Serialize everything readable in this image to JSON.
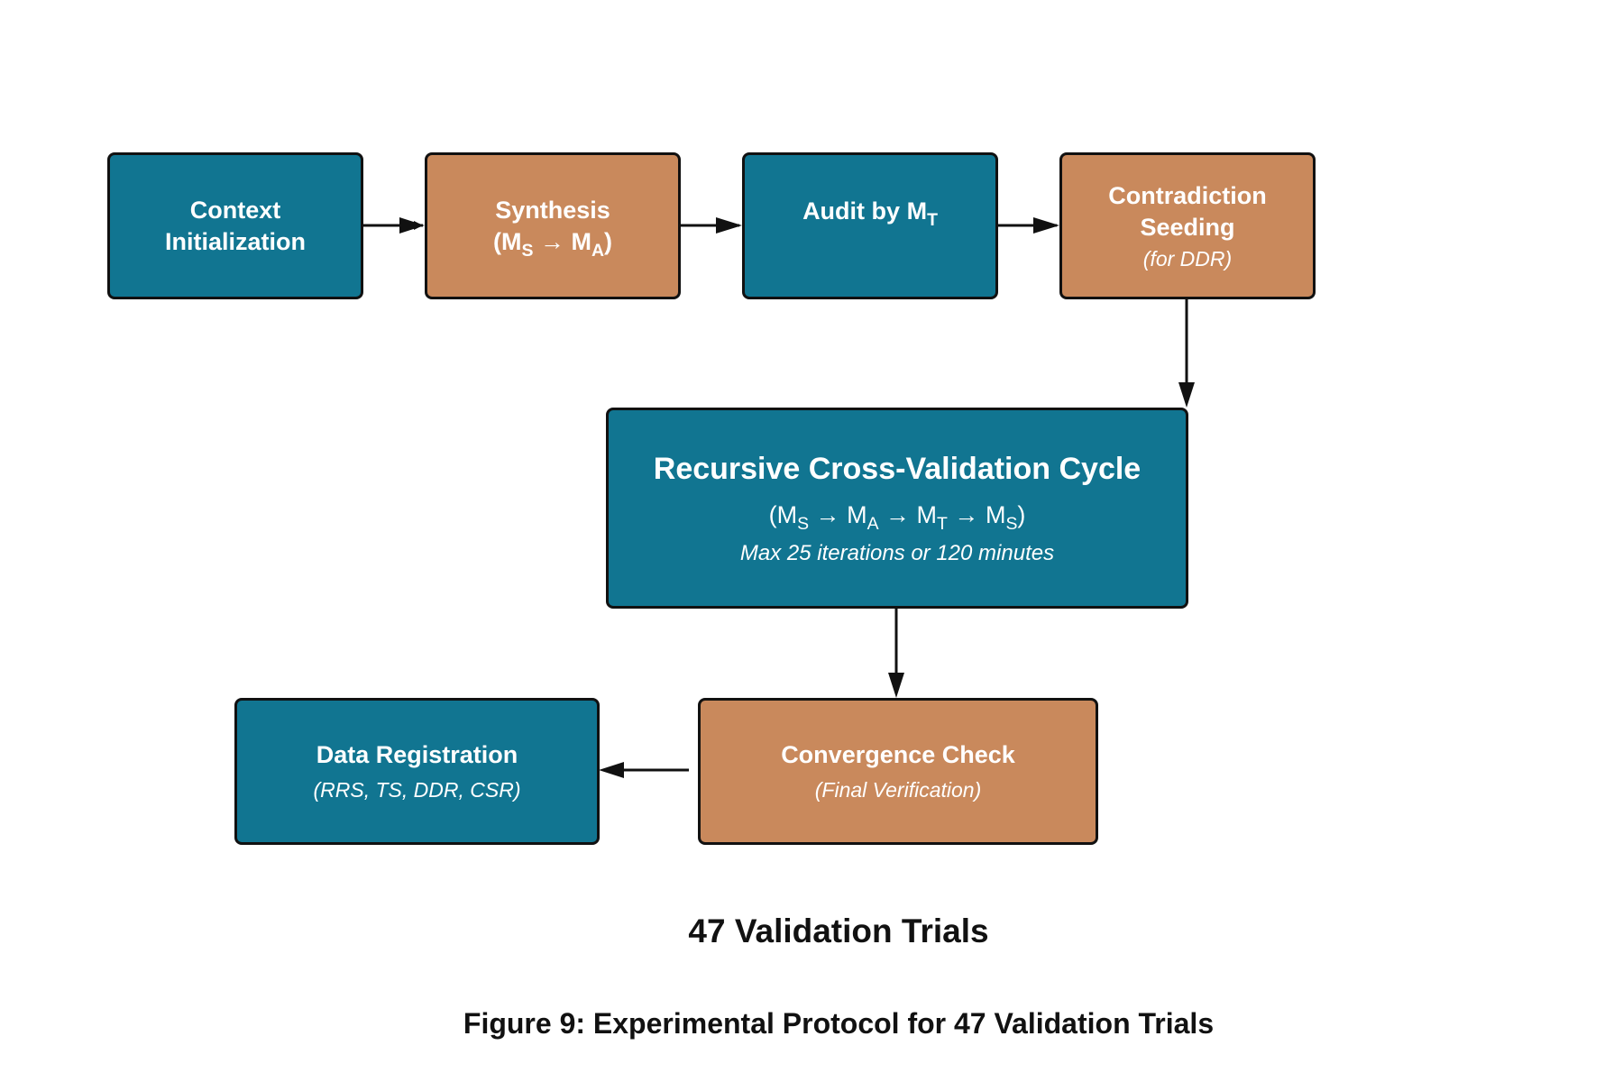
{
  "nodes": {
    "context": {
      "line1": "Context",
      "line2": "Initialization"
    },
    "synthesis": {
      "title": "Synthesis",
      "formula": "(M_S → M_A)"
    },
    "audit": {
      "title": "Audit by M_T"
    },
    "contradiction": {
      "line1": "Contradiction",
      "line2": "Seeding",
      "note": "(for DDR)"
    },
    "cycle": {
      "title": "Recursive Cross-Validation Cycle",
      "formula": "(M_S → M_A → M_T → M_S)",
      "note": "Max 25 iterations or 120 minutes"
    },
    "convergence": {
      "title": "Convergence Check",
      "note": "(Final Verification)"
    },
    "registration": {
      "title": "Data Registration",
      "note": "(RRS, TS, DDR, CSR)"
    }
  },
  "trials_label": "47 Validation Trials",
  "caption": "Figure 9: Experimental Protocol for 47 Validation Trials",
  "colors": {
    "teal": "#117591",
    "orange": "#c9895c",
    "border": "#111111"
  }
}
